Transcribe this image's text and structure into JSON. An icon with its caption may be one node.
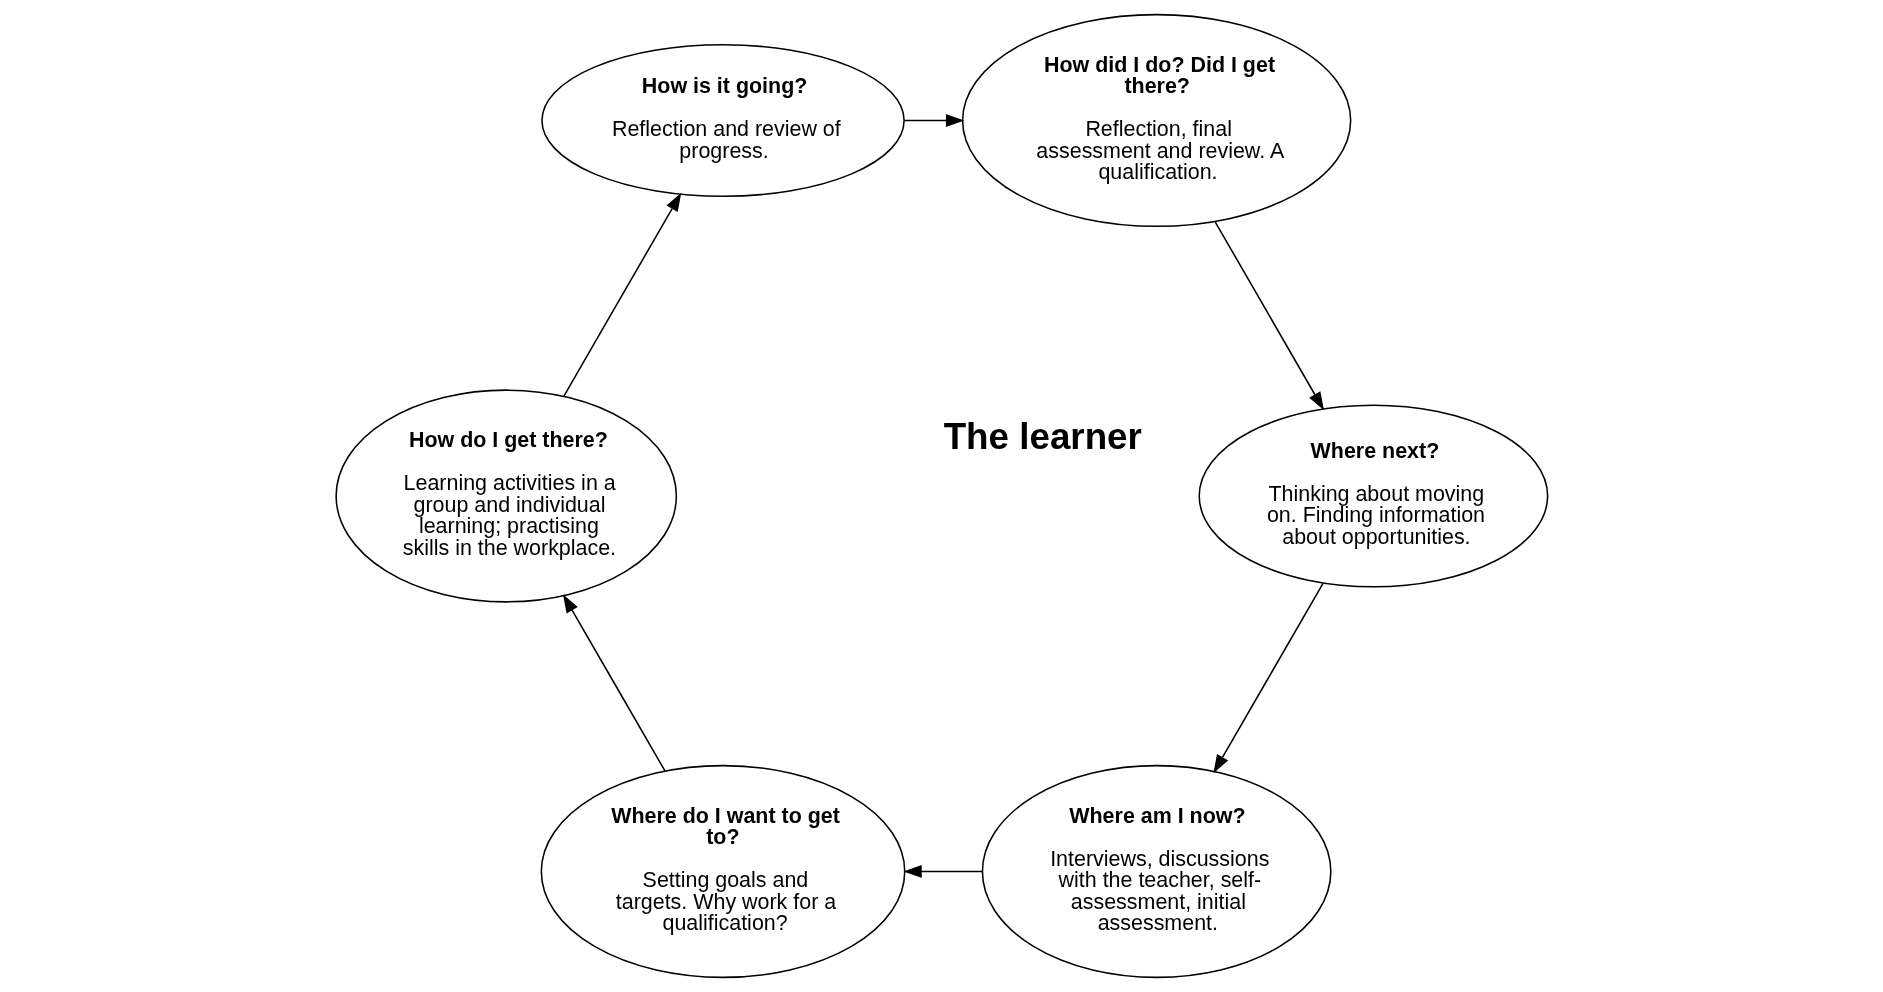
{
  "diagram": {
    "nodes": [
      {
        "text": [
          "Where am I now?",
          "Interviews, discussions with the teacher, self-assessment, initial assessment."
        ]
      },
      {
        "text": [
          "Where do I want to get to?",
          "Setting goals and targets. Why work for a qualification?"
        ]
      },
      {
        "text": [
          "How do I get there?",
          "Learning activities in a group and individual learning; practising skills in the workplace."
        ]
      },
      {
        "text": [
          "How is it going?",
          "Reflection and review of progress."
        ]
      },
      {
        "text": [
          "How did I do? Did I get there?",
          "Reflection, final assessment and review. A qualification."
        ]
      },
      {
        "text": [
          "Where next?",
          "Thinking about moving on. Finding information about opportunities."
        ]
      }
    ],
    "edges": [
      {
        "from": 5,
        "to": 0,
        "arrow": "to"
      },
      {
        "from": 0,
        "to": 1,
        "arrow": "to"
      },
      {
        "from": 1,
        "to": 2,
        "arrow": "to"
      },
      {
        "from": 2,
        "to": 3,
        "arrow": "to"
      },
      {
        "from": 3,
        "to": 4,
        "arrow": "to"
      },
      {
        "from": 4,
        "to": 5,
        "arrow": "to"
      }
    ],
    "labels": [
      "The learner"
    ]
  }
}
